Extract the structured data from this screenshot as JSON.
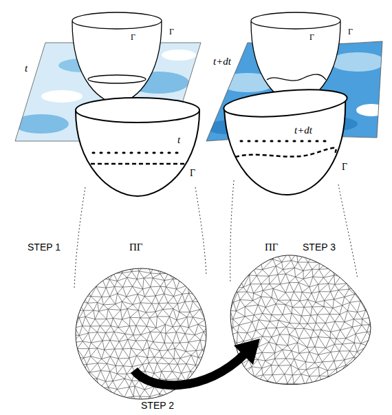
{
  "diagram": {
    "labels": [
      "t",
      "Γ",
      "Γ",
      "t+dt",
      "Γ",
      "Γ",
      "t",
      "t+dt",
      "Γ",
      "Γ",
      "STEP 1",
      "ΠΓ",
      "ΠΓ",
      "STEP 3",
      "STEP 2"
    ]
  }
}
